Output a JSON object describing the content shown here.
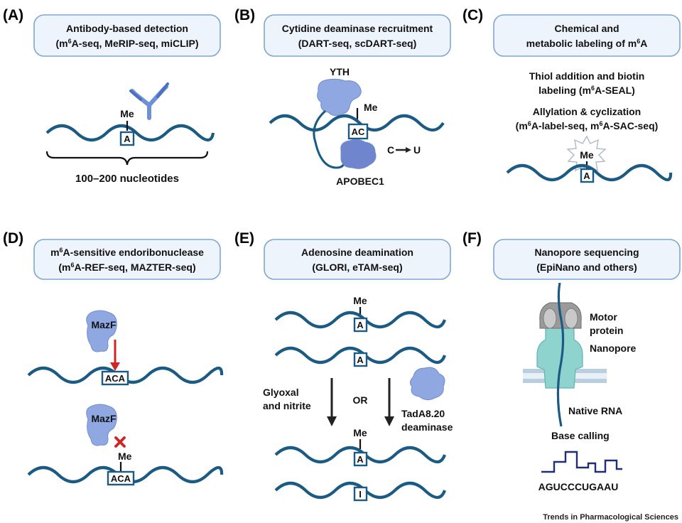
{
  "panels": {
    "A": {
      "letter": "(A)",
      "title_l1": "Antibody-based detection",
      "title_l2_prefix": "(m",
      "title_l2_sup": "6",
      "title_l2_suffix": "A-seq, MeRIP-seq, miCLIP)",
      "me": "Me",
      "base": "A",
      "span_label": "100–200 nucleotides"
    },
    "B": {
      "letter": "(B)",
      "title_l1": "Cytidine deaminase recruitment",
      "title_l2": "(DART-seq, scDART-seq)",
      "protein_top": "YTH",
      "me": "Me",
      "base": "AC",
      "conversion_from": "C",
      "conversion_to": "U",
      "protein_bottom": "APOBEC1"
    },
    "C": {
      "letter": "(C)",
      "title_l1": "Chemical and",
      "title_l2_prefix": "metabolic labeling of m",
      "title_l2_sup": "6",
      "title_l2_suffix": "A",
      "method1_l1": "Thiol addition and biotin",
      "method1_l2_prefix": "labeling (m",
      "method1_l2_sup": "6",
      "method1_l2_suffix": "A-SEAL)",
      "method2_l1": "Allylation & cyclization",
      "method2_l2_p1": "(m",
      "method2_l2_sup1": "6",
      "method2_l2_p2": "A-label-seq, m",
      "method2_l2_sup2": "6",
      "method2_l2_p3": "A-SAC-seq)",
      "me": "Me",
      "base": "A"
    },
    "D": {
      "letter": "(D)",
      "title_l1_prefix": "m",
      "title_l1_sup": "6",
      "title_l1_suffix": "A-sensitive endoribonuclease",
      "title_l2_prefix": "(m",
      "title_l2_sup": "6",
      "title_l2_suffix": "A-REF-seq, MAZTER-seq)",
      "enzyme_top": "MazF",
      "base_top": "ACA",
      "enzyme_bottom": "MazF",
      "me": "Me",
      "base_bottom": "ACA"
    },
    "E": {
      "letter": "(E)",
      "title_l1": "Adenosine deamination",
      "title_l2": "(GLORI, eTAM-seq)",
      "me_top": "Me",
      "base1": "A",
      "base2": "A",
      "left_l1": "Glyoxal",
      "left_l2": "and nitrite",
      "or": "OR",
      "right_l1": "TadA8.20",
      "right_l2": "deaminase",
      "me_bottom": "Me",
      "base3": "A",
      "base4": "I"
    },
    "F": {
      "letter": "(F)",
      "title_l1": "Nanopore sequencing",
      "title_l2": "(EpiNano and others)",
      "motor_l1": "Motor",
      "motor_l2": "protein",
      "nanopore": "Nanopore",
      "native_rna": "Native RNA",
      "base_calling": "Base calling",
      "sequence": "AGUCCCUGAAU"
    }
  },
  "colors": {
    "rna": "#1b5a83",
    "protein": "#8fa8e2",
    "title_box_fill": "#eef4fb",
    "title_box_stroke": "#7ea6cf",
    "cut_arrow": "#d22a2a",
    "block_mark": "#d22a2a",
    "nanopore": "#8fd3cf",
    "motor": "#8a8a8a",
    "trace": "#1e2e78"
  },
  "credit": "Trends in Pharmacological Sciences"
}
